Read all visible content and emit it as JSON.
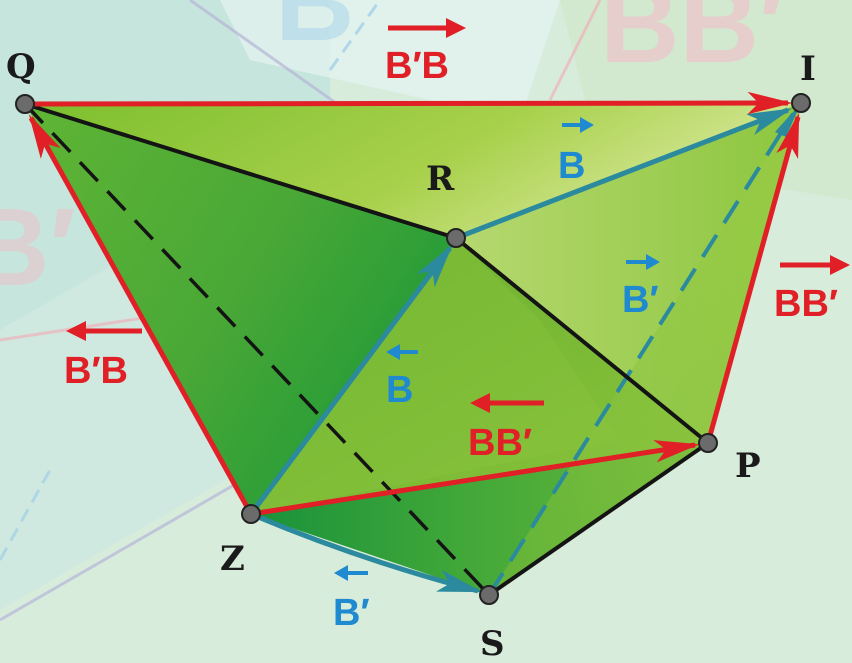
{
  "points": {
    "Q": "Q",
    "I": "I",
    "R": "R",
    "P": "P",
    "Z": "Z",
    "S": "S"
  },
  "vectors": {
    "b_prime_b_top": "B′B",
    "b_prime_b_left": "B′B",
    "b_ri": "B",
    "b_zr": "B",
    "b_prime_si": "B′",
    "b_prime_zs": "B′",
    "bb_prime_pi": "BB′",
    "bb_prime_zp": "BB′"
  },
  "watermarks": {
    "top_center": "B",
    "top_right": "BB′",
    "left": "B′"
  },
  "colors": {
    "background": "#d8ecdc",
    "face_light": "#b9d96a",
    "face_mid": "#7ab532",
    "face_dark": "#16913a",
    "red": "#e01f26",
    "teal": "#2b8a9e",
    "blue_label": "#1f8ad0",
    "black": "#141414",
    "vertex": "#6b6b6b"
  }
}
